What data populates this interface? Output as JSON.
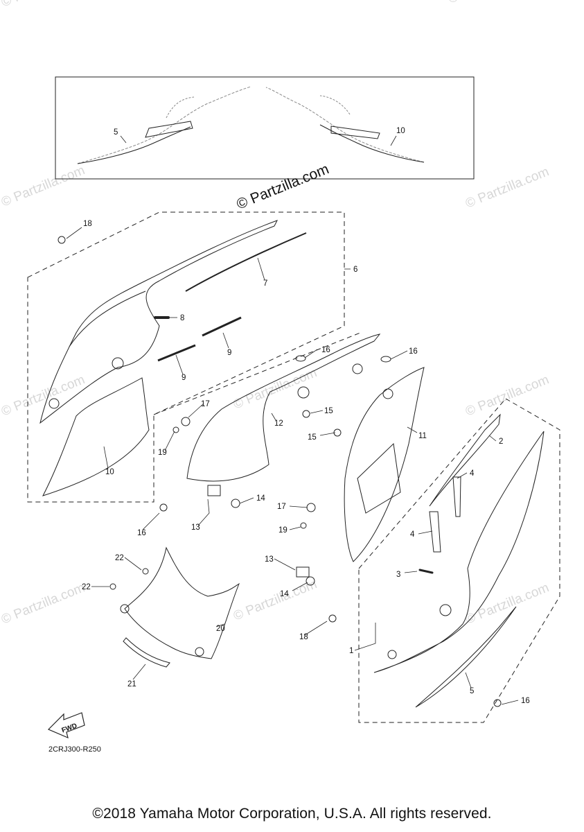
{
  "watermark": {
    "main": "© Partzilla.com",
    "faint": "© Partzilla.com"
  },
  "diagram_code": "2CRJ300-R250",
  "fwd_label": "FWD",
  "copyright": "©2018 Yamaha Motor Corporation, U.S.A. All rights reserved.",
  "callouts": [
    "1",
    "2",
    "3",
    "4",
    "4",
    "5",
    "5",
    "6",
    "7",
    "8",
    "9",
    "9",
    "10",
    "10",
    "11",
    "12",
    "13",
    "13",
    "14",
    "14",
    "15",
    "15",
    "16",
    "16",
    "16",
    "16",
    "17",
    "17",
    "18",
    "18",
    "19",
    "19",
    "20",
    "21",
    "22",
    "22"
  ]
}
